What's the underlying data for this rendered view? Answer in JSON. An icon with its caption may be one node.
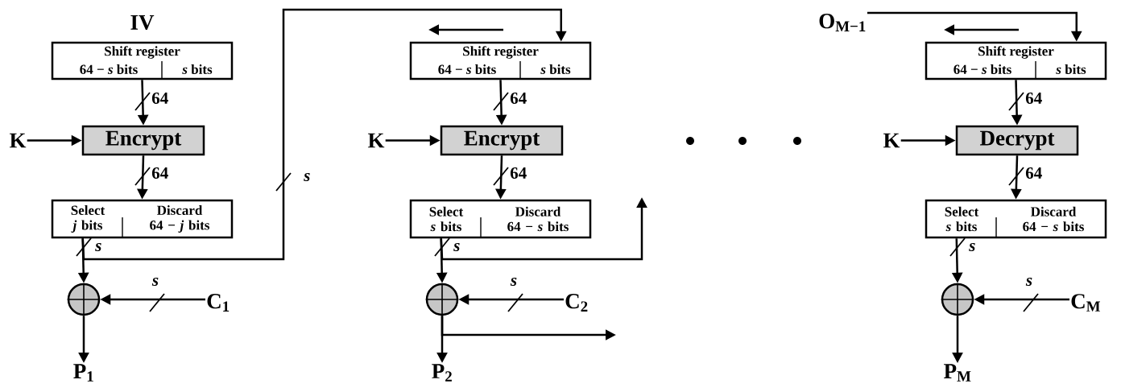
{
  "diagram": {
    "nodes": [
      {
        "text": [
          "Shift register",
          "64 − *s* bits",
          "*s* bits"
        ],
        "beside": [
          "IV"
        ]
      },
      {
        "text": [
          "K"
        ]
      },
      {
        "text": [
          "Encrypt"
        ]
      },
      {
        "text": [
          "Select *j* bits",
          "Discard 64 − *j* bits"
        ]
      },
      {
        "text": [],
        "shape": "circle"
      },
      {
        "text": [
          "C$_{1}$"
        ]
      },
      {
        "text": [
          "P$_{1}$"
        ]
      },
      {
        "text": [
          "Shift register",
          "64 − *s* bits",
          "*s* bits"
        ]
      },
      {
        "text": [
          "K"
        ]
      },
      {
        "text": [
          "Encrypt"
        ]
      },
      {
        "text": [
          "Select *s* bits",
          "Discard 64 − *s* bits"
        ]
      },
      {
        "text": [],
        "shape": "circle"
      },
      {
        "text": [
          "C$_{2}$"
        ]
      },
      {
        "text": [
          "P$_{2}$"
        ]
      },
      {
        "text": [
          "O$_{M−1}$"
        ]
      },
      {
        "text": [
          "Shift register",
          "64 − *s* bits",
          "*s* bits"
        ]
      },
      {
        "text": [
          "K"
        ]
      },
      {
        "text": [
          "Decrypt"
        ]
      },
      {
        "text": [
          "Select *s* bits",
          "Discard 64 − *s* bits"
        ]
      },
      {
        "text": [],
        "shape": "circle"
      },
      {
        "text": [
          "C$_{M}$"
        ]
      },
      {
        "text": [
          "P$_{M}$"
        ]
      }
    ],
    "edges": [
      {
        "from": 0,
        "to": 2,
        "arrow": "to",
        "label": "64"
      },
      {
        "from": 1,
        "to": 2,
        "arrow": "to"
      },
      {
        "from": 2,
        "to": 3,
        "arrow": "to",
        "label": "64"
      },
      {
        "from": 3,
        "to": 4,
        "arrow": "to",
        "label": "s"
      },
      {
        "from": 5,
        "to": 4,
        "arrow": "to",
        "label": "s"
      },
      {
        "from": 4,
        "to": 6,
        "arrow": "to"
      },
      {
        "from": 7,
        "to": 9,
        "arrow": "to",
        "label": "64"
      },
      {
        "from": 8,
        "to": 9,
        "arrow": "to"
      },
      {
        "from": 9,
        "to": 10,
        "arrow": "to",
        "label": "64"
      },
      {
        "from": 10,
        "to": 11,
        "arrow": "to",
        "label": "s"
      },
      {
        "from": 12,
        "to": 11,
        "arrow": "to",
        "label": "s"
      },
      {
        "from": 11,
        "to": 13,
        "arrow": "to"
      },
      {
        "from": 15,
        "to": 17,
        "arrow": "to",
        "label": "64"
      },
      {
        "from": 16,
        "to": 17,
        "arrow": "to"
      },
      {
        "from": 17,
        "to": 18,
        "arrow": "to",
        "label": "64"
      },
      {
        "from": 18,
        "to": 19,
        "arrow": "to",
        "label": "s"
      },
      {
        "from": 20,
        "to": 19,
        "arrow": "to",
        "label": "s"
      },
      {
        "from": 19,
        "to": 21,
        "arrow": "to"
      },
      {
        "from": 3,
        "to": 7,
        "arrow": "to",
        "label": "s"
      },
      {
        "from": 10,
        "to": null,
        "arrow": "to"
      },
      {
        "from": 11,
        "to": null,
        "arrow": "to"
      },
      {
        "from": 14,
        "to": 15,
        "arrow": "to"
      }
    ]
  }
}
